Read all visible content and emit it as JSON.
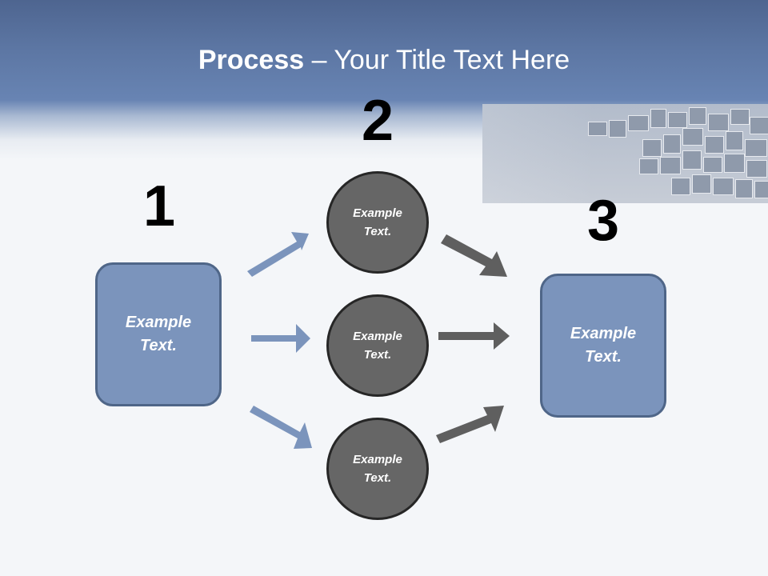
{
  "title": {
    "bold": "Process",
    "rest": " – Your Title Text Here"
  },
  "steps": [
    {
      "number": "1",
      "label": "Example\nText."
    },
    {
      "number": "2",
      "items": [
        "Example\nText.",
        "Example\nText.",
        "Example\nText."
      ]
    },
    {
      "number": "3",
      "label": "Example\nText."
    }
  ],
  "colors": {
    "box_fill": "#7b94bc",
    "circle_fill": "#666666",
    "left_arrows": "#7b94bc",
    "right_arrows": "#5f5f5f"
  }
}
